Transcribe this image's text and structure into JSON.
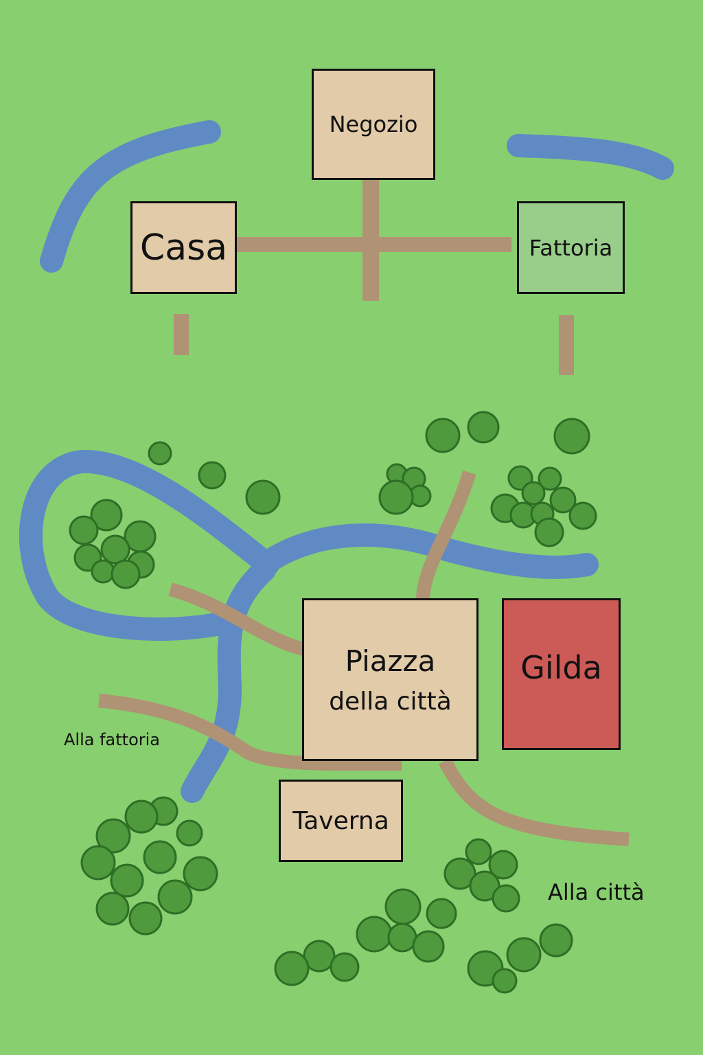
{
  "map": {
    "buildings": {
      "negozio": "Negozio",
      "casa": "Casa",
      "fattoria": "Fattoria",
      "piazza_line1": "Piazza",
      "piazza_line2": "della città",
      "gilda": "Gilda",
      "taverna": "Taverna"
    },
    "signs": {
      "to_farm": "Alla fattoria",
      "to_city": "Alla città"
    },
    "colors": {
      "grass": "#88cf6f",
      "road": "#b09274",
      "river": "#5f8ac4",
      "building": "#e2cba9",
      "farm": "#98cd8a",
      "guild": "#cc5a56",
      "tree": "#4e9a3c",
      "tree_outline": "#2e6e25"
    }
  }
}
